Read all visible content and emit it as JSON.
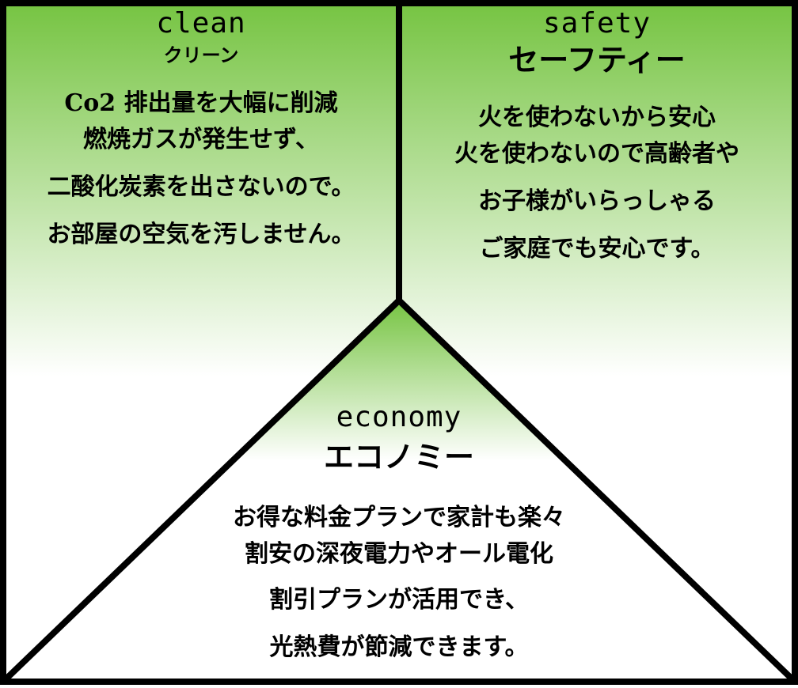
{
  "colors": {
    "border": "#000000",
    "gradient_top": "#76c442",
    "gradient_bottom": "#ffffff",
    "text": "#000000"
  },
  "clean": {
    "title_en": "clean",
    "title_jp": "クリーン",
    "lines": [
      "Co2 排出量を大幅に削減",
      "燃焼ガスが発生せず、",
      "二酸化炭素を出さないので。",
      "お部屋の空気を汚しません。"
    ]
  },
  "safety": {
    "title_en": "safety",
    "title_jp": "セーフティー",
    "lines": [
      "火を使わないから安心",
      "火を使わないので高齢者や",
      "お子様がいらっしゃる",
      "ご家庭でも安心です。"
    ]
  },
  "economy": {
    "title_en": "economy",
    "title_jp": "エコノミー",
    "lines": [
      "お得な料金プランで家計も楽々",
      "割安の深夜電力やオール電化",
      "割引プランが活用でき、",
      "光熱費が節減できます。"
    ]
  }
}
